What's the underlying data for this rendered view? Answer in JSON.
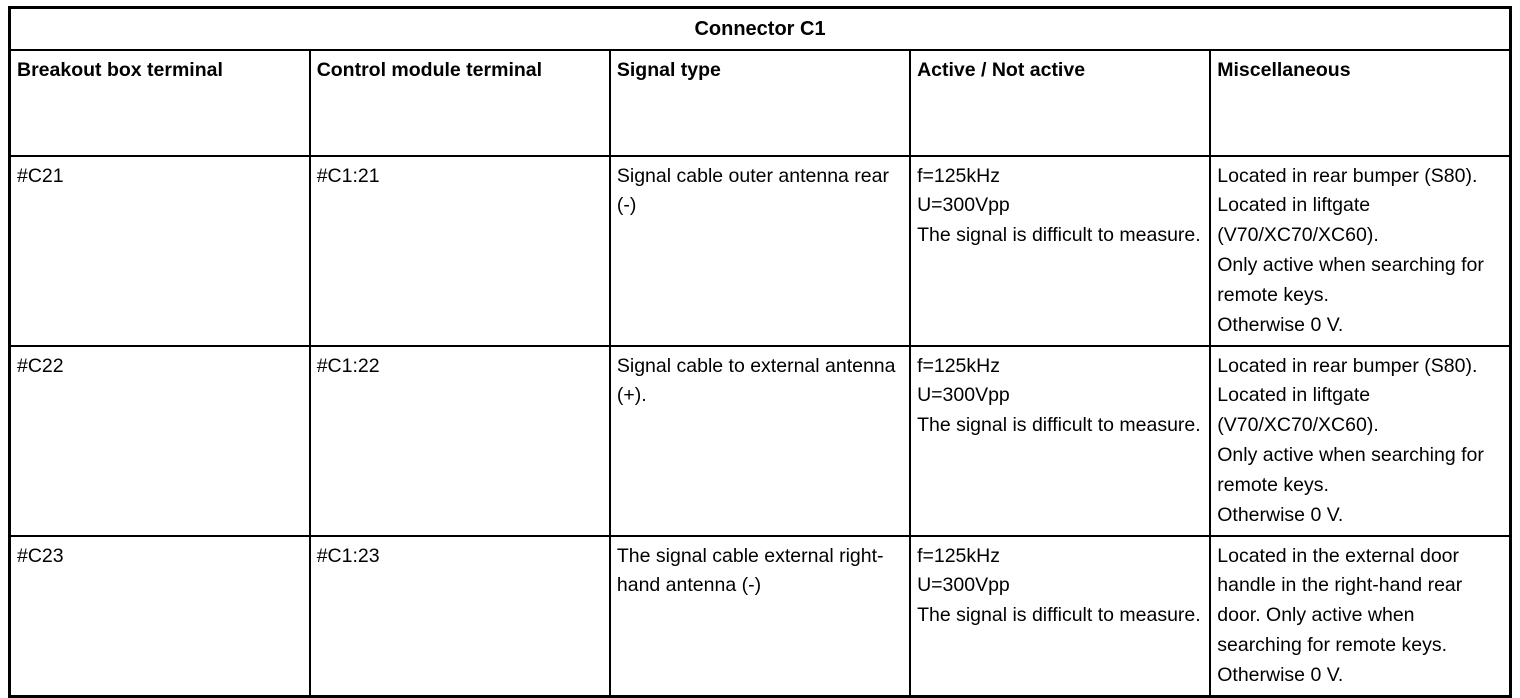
{
  "table": {
    "title": "Connector C1",
    "columns": [
      {
        "key": "breakout",
        "label": "Breakout box terminal"
      },
      {
        "key": "module",
        "label": "Control module terminal"
      },
      {
        "key": "signal",
        "label": "Signal type"
      },
      {
        "key": "active",
        "label": "Active / Not active"
      },
      {
        "key": "misc",
        "label": "Miscellaneous"
      }
    ],
    "rows": [
      {
        "breakout": "#C21",
        "module": "#C1:21",
        "signal": "Signal cable outer antenna rear (-)",
        "active": "f=125kHz\nU=300Vpp\nThe signal is difficult to measure.",
        "misc": "Located in rear bumper (S80).\nLocated in liftgate (V70/XC70/XC60).\nOnly active when searching for remote keys.\nOtherwise 0 V."
      },
      {
        "breakout": "#C22",
        "module": "#C1:22",
        "signal": "Signal cable to external antenna (+).",
        "active": "f=125kHz\nU=300Vpp\nThe signal is difficult to measure.",
        "misc": "Located in rear bumper (S80).\nLocated in liftgate (V70/XC70/XC60).\nOnly active when searching for remote keys.\nOtherwise 0 V."
      },
      {
        "breakout": "#C23",
        "module": "#C1:23",
        "signal": "The signal cable external right-hand antenna (-)",
        "active": "f=125kHz\nU=300Vpp\nThe signal is difficult to measure.",
        "misc": "Located in the external door handle in the right-hand rear door. Only active when searching for remote keys. Otherwise 0 V."
      }
    ]
  },
  "colors": {
    "border": "#000000",
    "text": "#000000",
    "background": "#ffffff"
  }
}
